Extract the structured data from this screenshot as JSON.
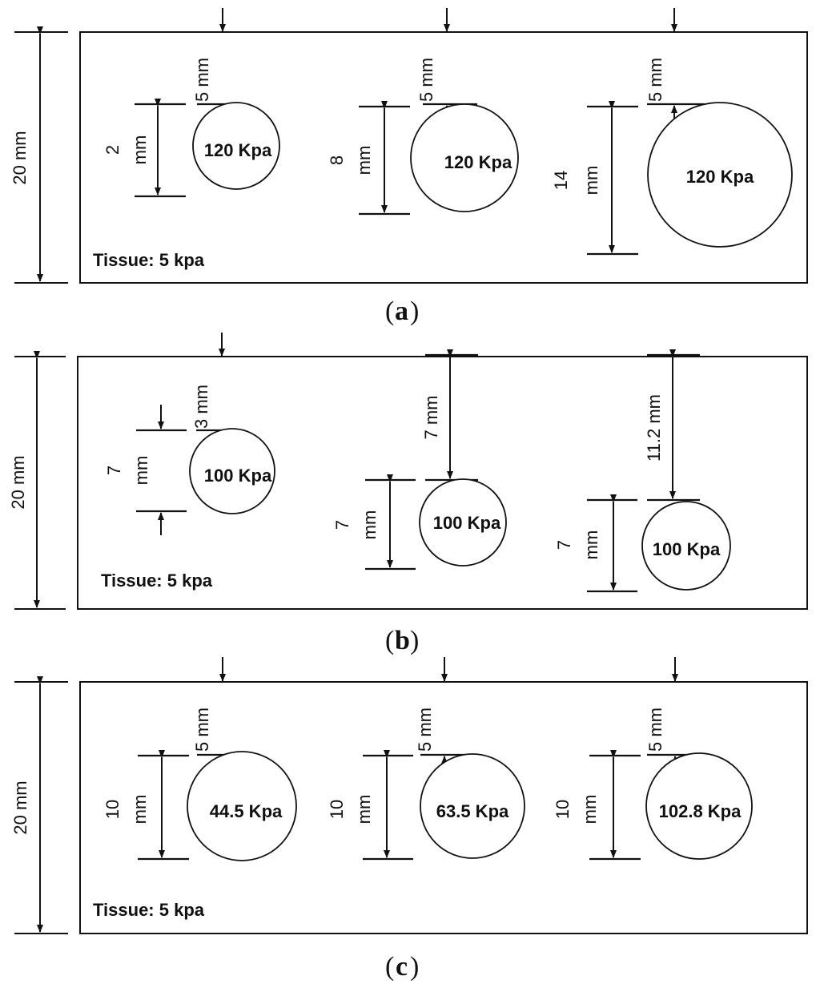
{
  "panels": [
    {
      "caption_letter": "a",
      "height_label": "20 mm",
      "tissue_label": "Tissue: 5 kpa",
      "inclusions": [
        {
          "depth_label": "5 mm",
          "size_number": "2",
          "size_unit": "mm",
          "stiffness_label": "120 Kpa"
        },
        {
          "depth_label": "5 mm",
          "size_number": "8",
          "size_unit": "mm",
          "stiffness_label": "120 Kpa"
        },
        {
          "depth_label": "5 mm",
          "size_number": "14",
          "size_unit": "mm",
          "stiffness_label": "120 Kpa"
        }
      ]
    },
    {
      "caption_letter": "b",
      "height_label": "20 mm",
      "tissue_label": "Tissue: 5 kpa",
      "inclusions": [
        {
          "depth_label": "3 mm",
          "size_number": "7",
          "size_unit": "mm",
          "stiffness_label": "100 Kpa"
        },
        {
          "depth_label": "7 mm",
          "size_number": "7",
          "size_unit": "mm",
          "stiffness_label": "100 Kpa"
        },
        {
          "depth_label": "11.2 mm",
          "size_number": "7",
          "size_unit": "mm",
          "stiffness_label": "100 Kpa"
        }
      ]
    },
    {
      "caption_letter": "c",
      "height_label": "20 mm",
      "tissue_label": "Tissue: 5 kpa",
      "inclusions": [
        {
          "depth_label": "5 mm",
          "size_number": "10",
          "size_unit": "mm",
          "stiffness_label": "44.5 Kpa"
        },
        {
          "depth_label": "5 mm",
          "size_number": "10",
          "size_unit": "mm",
          "stiffness_label": "63.5 Kpa"
        },
        {
          "depth_label": "5 mm",
          "size_number": "10",
          "size_unit": "mm",
          "stiffness_label": "102.8 Kpa"
        }
      ]
    }
  ]
}
